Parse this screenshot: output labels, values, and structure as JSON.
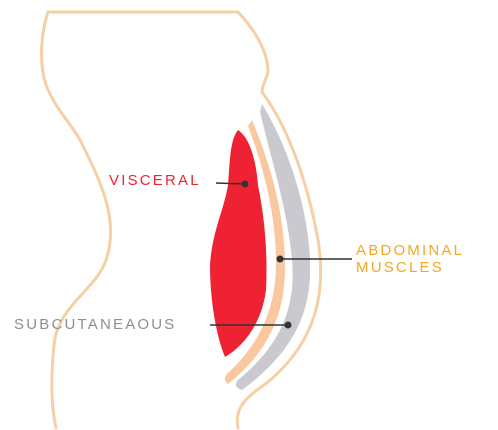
{
  "labels": {
    "visceral": "VISCERAL",
    "abdominal_line1": "ABDOMINAL",
    "abdominal_line2": "MUSCLES",
    "subcutaneous": "SUBCUTANEAOUS"
  },
  "colors": {
    "body_outline": "#f6cfa6",
    "visceral_fat": "#ee2232",
    "subcutaneous_fat": "#f9c8a0",
    "abdominal_muscle": "#c9c9cf",
    "leader_line": "#333333",
    "visceral_text": "#ee2232",
    "abdominal_text": "#f6a623",
    "subcutaneous_text": "#8e8e8e"
  }
}
